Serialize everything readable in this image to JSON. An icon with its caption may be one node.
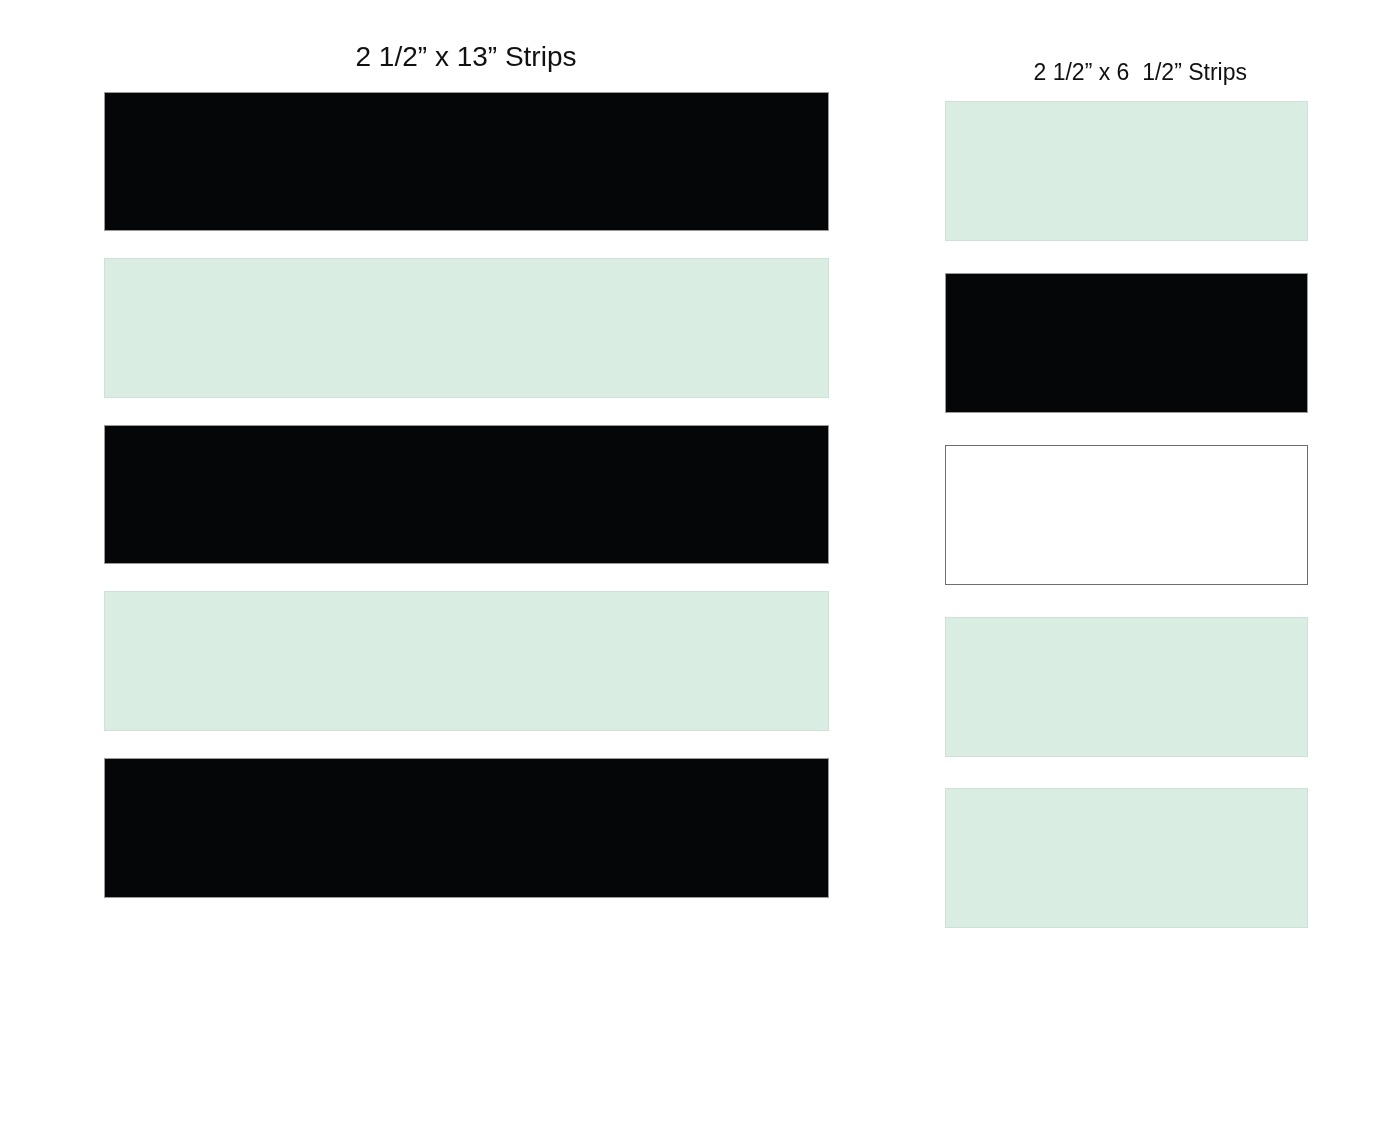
{
  "diagram": {
    "nodes": [
      {
        "text": [],
        "shape": "box"
      },
      {
        "text": [],
        "shape": "box"
      },
      {
        "text": [],
        "shape": "box"
      },
      {
        "text": [],
        "shape": "box"
      },
      {
        "text": [],
        "shape": "box"
      },
      {
        "text": [],
        "shape": "box"
      },
      {
        "text": [],
        "shape": "box"
      },
      {
        "text": [],
        "shape": "box"
      },
      {
        "text": [],
        "shape": "box"
      },
      {
        "text": [],
        "shape": "box"
      }
    ],
    "labels": [
      "2 1/2” x 13” Strips",
      "2 1/2” x 6  1/2” Strips"
    ]
  }
}
